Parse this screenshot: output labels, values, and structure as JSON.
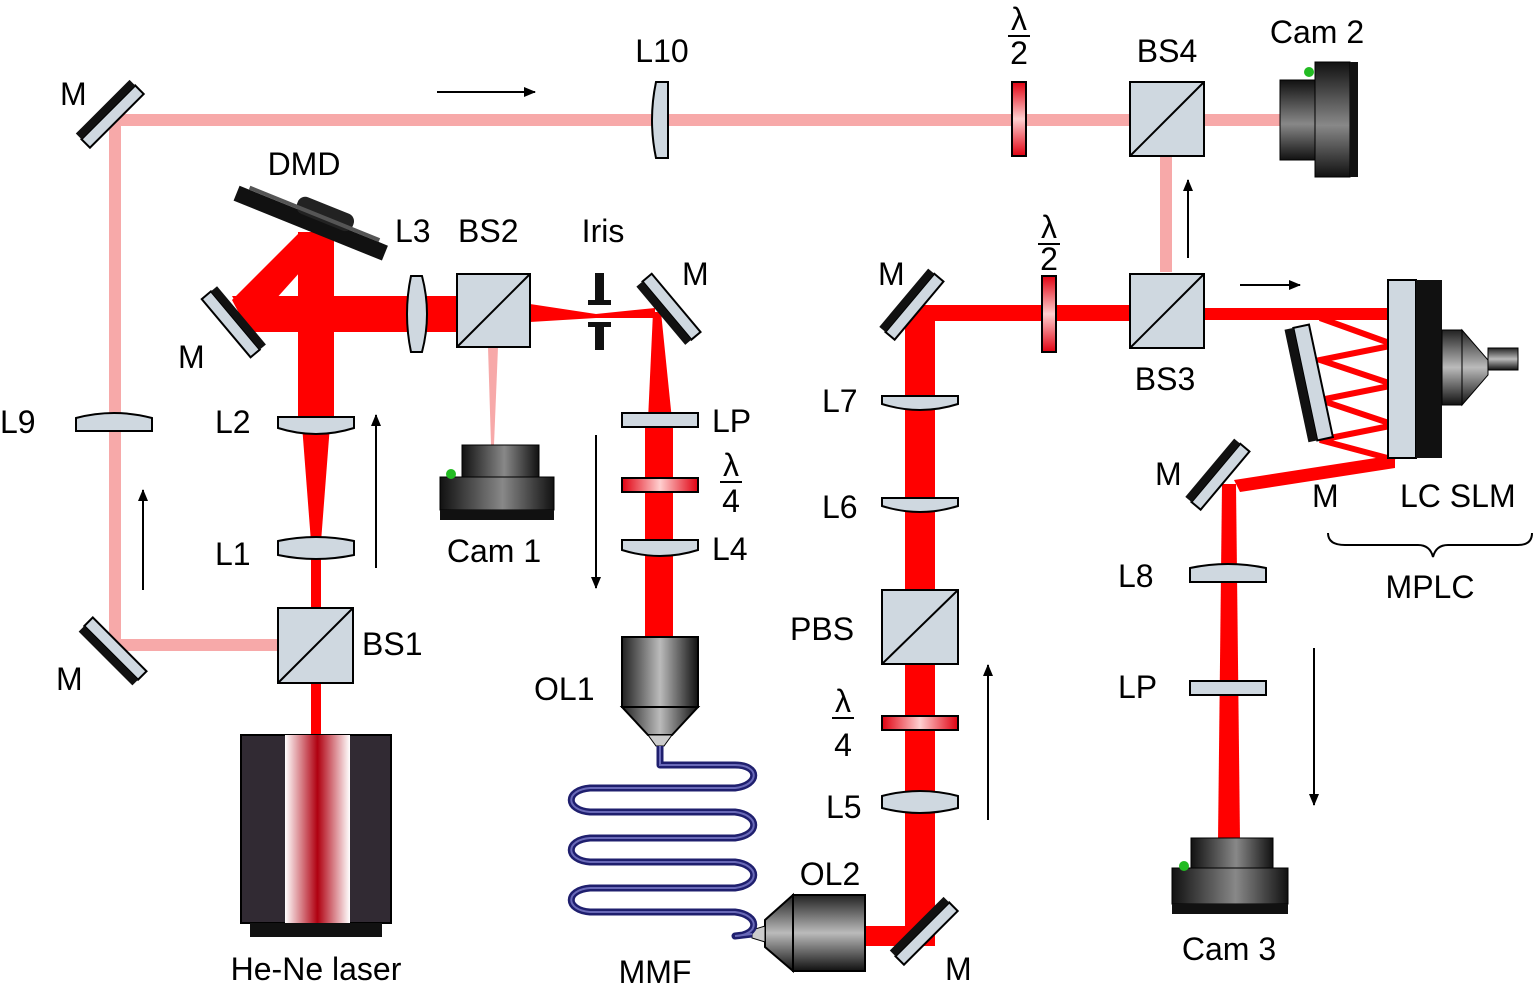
{
  "colors": {
    "beam_main": "#ff0000",
    "beam_reference": "#f7a9a9",
    "optic_fill": "#cfd8e0",
    "mirror_black": "#111111",
    "fiber": "#1f1f6e",
    "camera_dot": "#22bb22"
  },
  "labels": {
    "mirror": "M",
    "dmd": "DMD",
    "l1": "L1",
    "l2": "L2",
    "l3": "L3",
    "l4": "L4",
    "l5": "L5",
    "l6": "L6",
    "l7": "L7",
    "l8": "L8",
    "l9": "L9",
    "l10": "L10",
    "bs1": "BS1",
    "bs2": "BS2",
    "bs3": "BS3",
    "bs4": "BS4",
    "pbs": "PBS",
    "iris": "Iris",
    "lp": "LP",
    "lambda": "λ",
    "half_denominator": "2",
    "quarter_denominator": "4",
    "cam1": "Cam 1",
    "cam2": "Cam 2",
    "cam3": "Cam 3",
    "ol1": "OL1",
    "ol2": "OL2",
    "mmf": "MMF",
    "laser": "He-Ne laser",
    "lc_slm": "LC SLM",
    "mplc": "MPLC"
  }
}
